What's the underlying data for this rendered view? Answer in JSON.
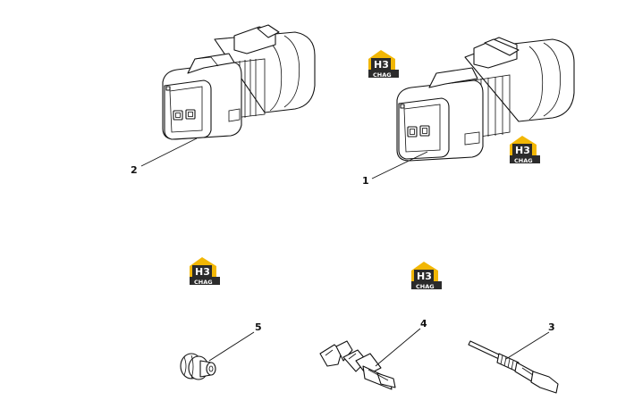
{
  "diagram": {
    "callouts": {
      "c1": "1",
      "c2": "2",
      "c3": "3",
      "c4": "4",
      "c5": "5"
    },
    "logo": {
      "main": "H3",
      "sub": "CHAG",
      "accent_color": "#F2B705",
      "dark_color": "#2b2b2b"
    }
  }
}
